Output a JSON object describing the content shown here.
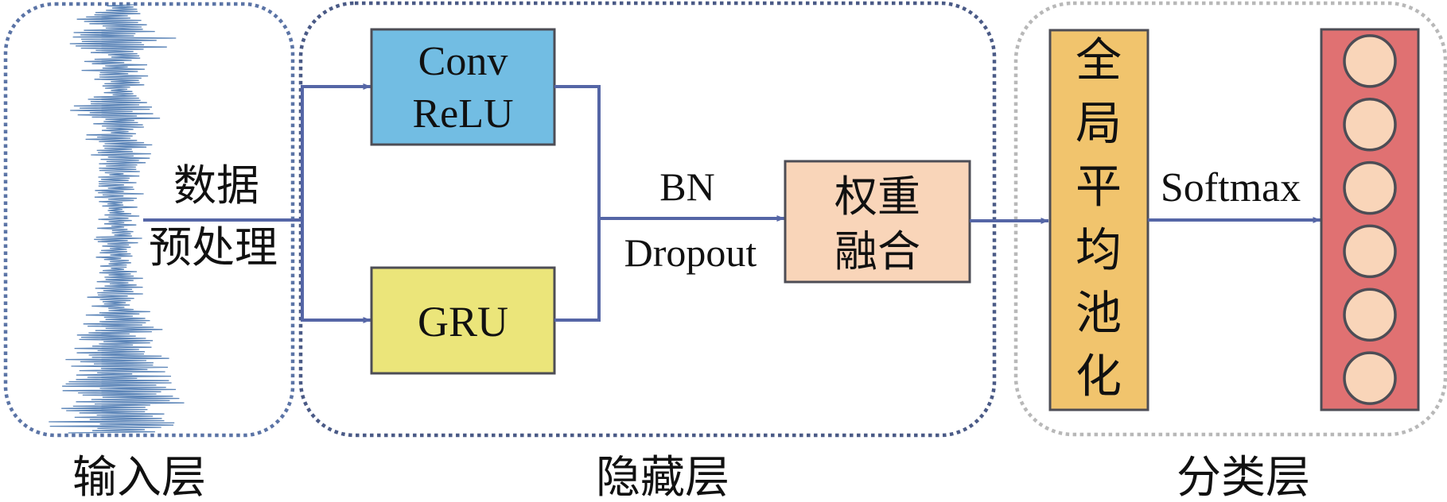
{
  "title": "CNN-GRU weighted fusion model architecture",
  "colors": {
    "arrow": "#5566a6",
    "input_border": "#5b74a6",
    "hidden_border": "#4a5a86",
    "output_border": "#b8b8b8",
    "wave": "#4a78b0",
    "conv_fill": "#72bde3",
    "gru_fill": "#ebe57a",
    "fusion_fill": "#f9d5b9",
    "gap_fill": "#f1c46d",
    "softmax_fill": "#e07172",
    "neuron_fill": "#f9d5b9",
    "box_border": "#4d4d55"
  },
  "layers": {
    "input": {
      "label": "输入层"
    },
    "hidden": {
      "label": "隐藏层"
    },
    "output": {
      "label": "分类层"
    }
  },
  "preprocess": {
    "line1": "数据",
    "line2": "预处理"
  },
  "blocks": {
    "conv": {
      "line1": "Conv",
      "line2": "ReLU"
    },
    "gru": {
      "label": "GRU"
    },
    "fusion": {
      "line1": "权重",
      "line2": "融合"
    },
    "gap": {
      "chars": [
        "全",
        "局",
        "平",
        "均",
        "池",
        "化"
      ]
    }
  },
  "edge_labels": {
    "bn": "BN",
    "dropout": "Dropout",
    "softmax": "Softmax"
  },
  "output_neurons": {
    "count": 6
  }
}
